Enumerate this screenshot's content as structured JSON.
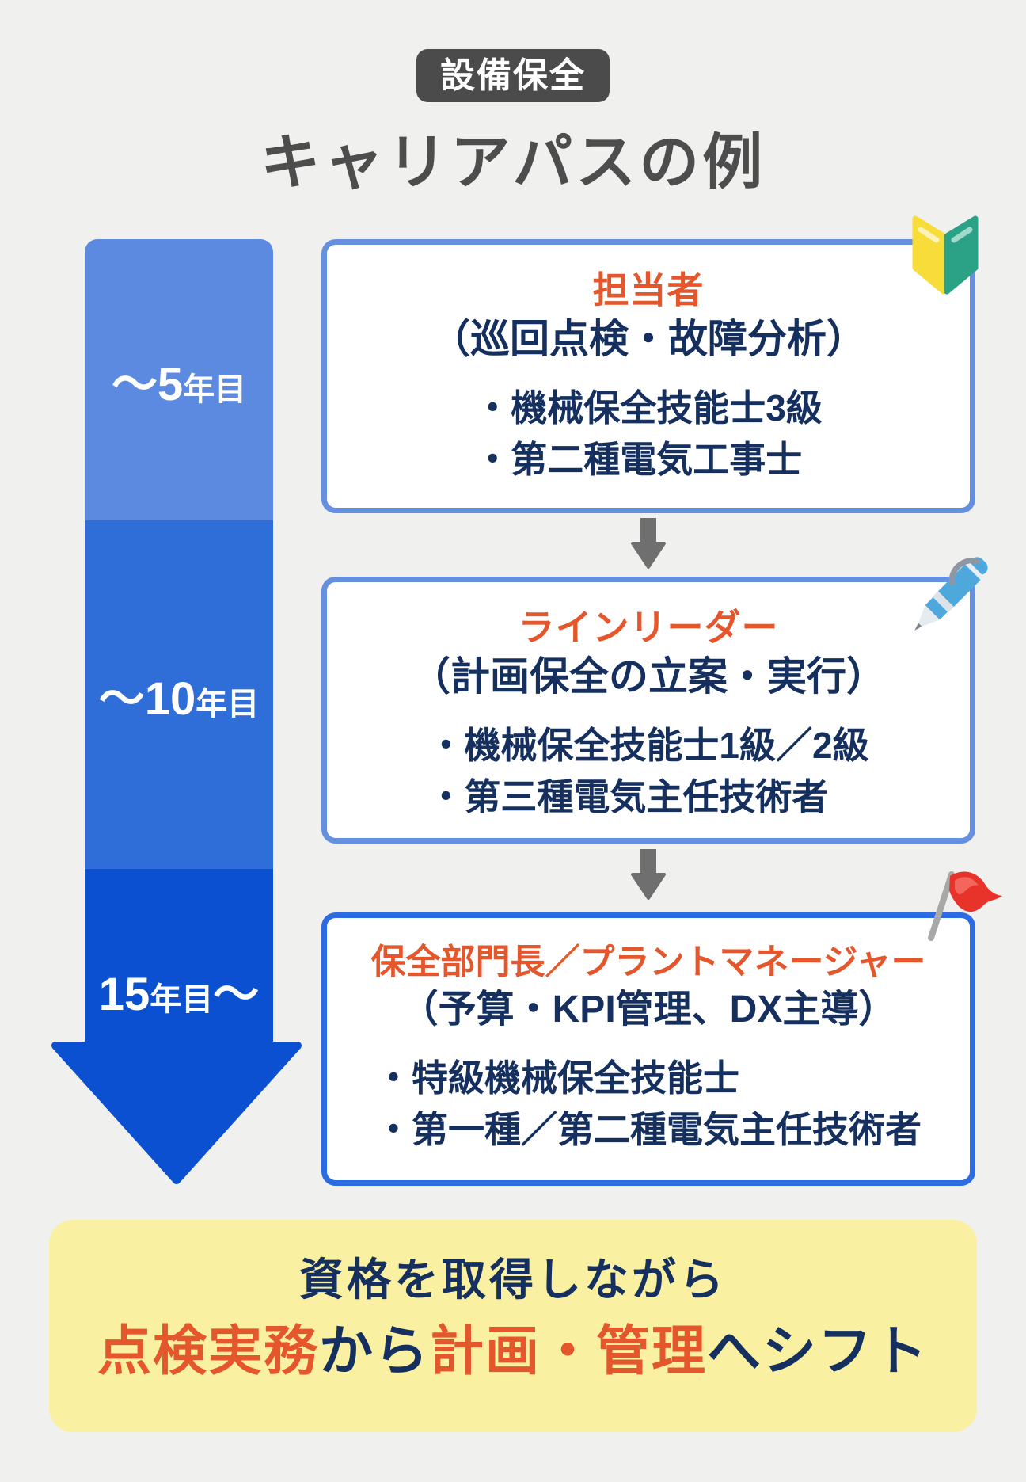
{
  "colors": {
    "background": "#F0F0EE",
    "badge_bg": "#4B4B4B",
    "title_gray": "#4D4D4D",
    "navy_text": "#15305F",
    "orange_accent": "#E4562B",
    "arrow_blue_segment1": "#5B8AE0",
    "arrow_blue_segment2": "#2F6ED8",
    "arrow_blue_segment3": "#0B50D0",
    "card_border_blue": "#6590E0",
    "card_border_strong_blue": "#2D6BE2",
    "flow_arrow_gray": "#6F6F6F",
    "footer_yellow": "#FAF0A2",
    "beginner_mark_yellow": "#F7DC3A",
    "beginner_mark_green": "#2BA186",
    "pen_blue": "#4FA8DC",
    "flag_red": "#E8332A"
  },
  "header": {
    "badge": "設備保全",
    "title": "キャリアパスの例"
  },
  "timeline": {
    "segments": [
      {
        "pre": "〜5",
        "mid": "年目",
        "post": ""
      },
      {
        "pre": "〜10",
        "mid": "年目",
        "post": ""
      },
      {
        "pre": "15",
        "mid": "年目",
        "post": "〜"
      }
    ]
  },
  "cards": [
    {
      "icon": "beginner-mark",
      "title": "担当者",
      "subtitle": "（巡回点検・故障分析）",
      "bullets": [
        "・機械保全技能士3級",
        "・第二種電気工事士"
      ]
    },
    {
      "icon": "pen",
      "title": "ラインリーダー",
      "subtitle": "（計画保全の立案・実行）",
      "bullets": [
        "・機械保全技能士1級／2級",
        "・第三種電気主任技術者"
      ]
    },
    {
      "icon": "flag",
      "title": "保全部門長／プラントマネージャー",
      "subtitle": "（予算・KPI管理、DX主導）",
      "bullets": [
        "・特級機械保全技能士",
        "・第一種／第二種電気主任技術者"
      ]
    }
  ],
  "footer": {
    "line1": "資格を取得しながら",
    "line2_parts": [
      {
        "text": "点検実務",
        "color": "orange"
      },
      {
        "text": "から",
        "color": "navy"
      },
      {
        "text": "計画・管理",
        "color": "orange"
      },
      {
        "text": "へシフト",
        "color": "navy"
      }
    ]
  }
}
